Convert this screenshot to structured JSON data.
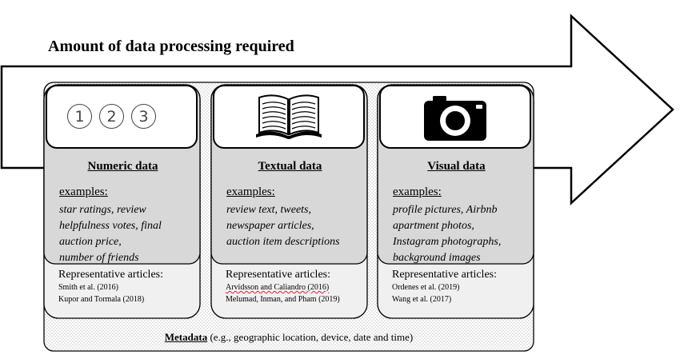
{
  "title": "Amount of data processing required",
  "cards": [
    {
      "heading": "Numeric data",
      "icon": "number-circles-icon",
      "numbers": [
        "1",
        "2",
        "3"
      ],
      "examples_label": "examples:",
      "examples": [
        "star ratings, review",
        "helpfulness votes, final",
        "auction price,",
        "number of friends"
      ],
      "rep_label": "Representative articles:",
      "articles": [
        "Smith et al. (2016)",
        "Kupor and Tormala (2018)"
      ]
    },
    {
      "heading": "Textual data",
      "icon": "open-book-icon",
      "examples_label": "examples:",
      "examples": [
        "review text, tweets,",
        "newspaper articles,",
        "auction item descriptions"
      ],
      "rep_label": "Representative articles:",
      "articles": [
        "Arvidsson and Caliandro (2016)",
        "Melumad, Inman, and Pham (2019)"
      ]
    },
    {
      "heading": "Visual data",
      "icon": "camera-icon",
      "examples_label": "examples:",
      "examples": [
        "profile pictures, Airbnb",
        "apartment photos,",
        "Instagram photographs,",
        "background images"
      ],
      "rep_label": "Representative articles:",
      "articles": [
        "Ordenes et al. (2019)",
        "Wang et al. (2017)"
      ]
    }
  ],
  "metadata": {
    "label": "Metadata",
    "rest": " (e.g., geographic location, device, date and time)"
  }
}
